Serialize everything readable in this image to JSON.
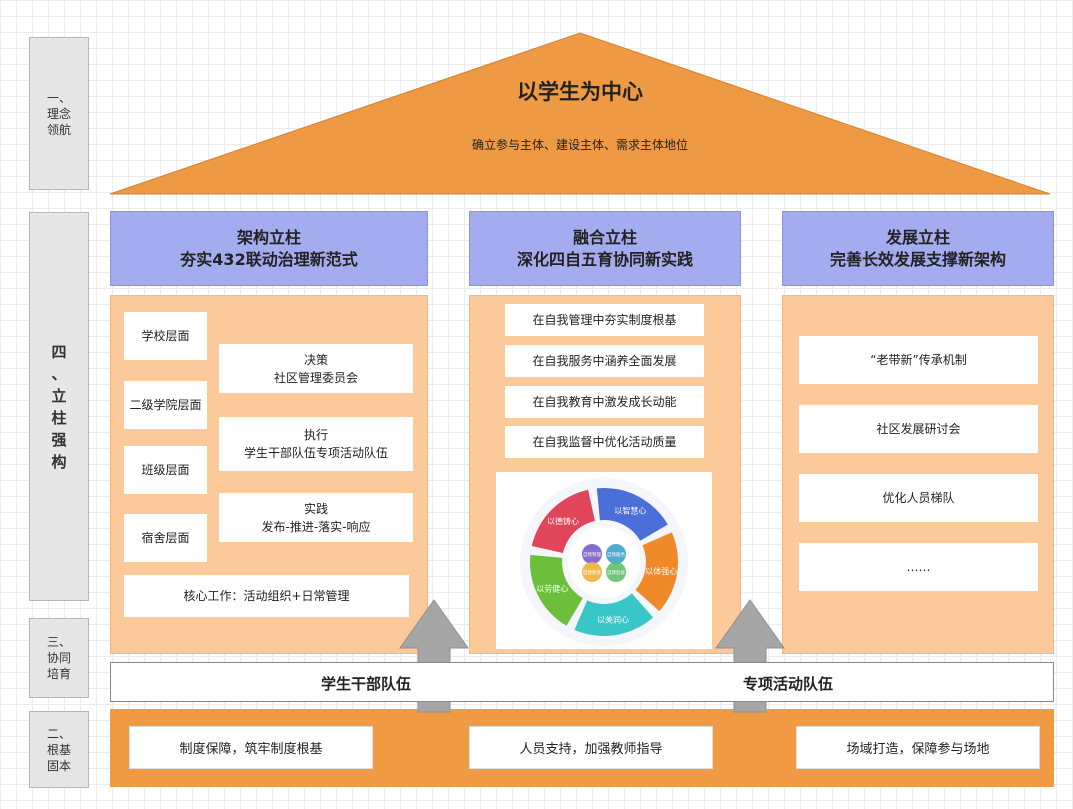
{
  "sidebar": {
    "level1": "一、\n理念\n领航",
    "level2": "四\n、\n立\n柱\n强\n构",
    "level3": "三、\n协同\n培育",
    "level4": "二、\n根基\n固本"
  },
  "roof": {
    "title": "以学生为中心",
    "subtitle": "确立参与主体、建设主体、需求主体地位"
  },
  "pillars": [
    {
      "heading": "架构立柱",
      "subheading": "夯实432联动治理新范式"
    },
    {
      "heading": "融合立柱",
      "subheading": "深化四自五育协同新实践"
    },
    {
      "heading": "发展立柱",
      "subheading": "完善长效发展支撑新架构"
    }
  ],
  "pillar1": {
    "levels": [
      "学校层面",
      "二级学院层面",
      "班级层面",
      "宿舍层面"
    ],
    "roles": [
      {
        "title": "决策",
        "detail": "社区管理委员会"
      },
      {
        "title": "执行",
        "detail": "学生干部队伍专项活动队伍"
      },
      {
        "title": "实践",
        "detail": "发布-推进-落实-响应"
      }
    ],
    "core": "核心工作：活动组织+日常管理"
  },
  "pillar2": {
    "items": [
      "在自我管理中夯实制度根基",
      "在自我服务中涵养全面发展",
      "在自我教育中激发成长动能",
      "在自我监督中优化活动质量"
    ],
    "cycle_segments": [
      "以德铸心",
      "以智慧心",
      "以体强心",
      "以美润心",
      "以劳健心"
    ],
    "cycle_inner": [
      "自我管理",
      "自我服务",
      "自我教育",
      "自我监督"
    ],
    "cycle_colors": [
      "#e0455a",
      "#4a6fd8",
      "#ef8a2b",
      "#39c6c6",
      "#6bbf3a"
    ]
  },
  "pillar3": {
    "items": [
      "“老带新”传承机制",
      "社区发展研讨会",
      "优化人员梯队",
      "……"
    ]
  },
  "band": {
    "left": "学生干部队伍",
    "right": "专项活动队伍"
  },
  "foundation": {
    "items": [
      "制度保障，筑牢制度根基",
      "人员支持，加强教师指导",
      "场域打造，保障参与场地"
    ]
  },
  "colors": {
    "roof": "#ee9a44",
    "pillar_head": "#a3acef",
    "pillar_body": "#fcc99a",
    "foundation": "#f09a44",
    "arrow": "#a6a6a6"
  }
}
